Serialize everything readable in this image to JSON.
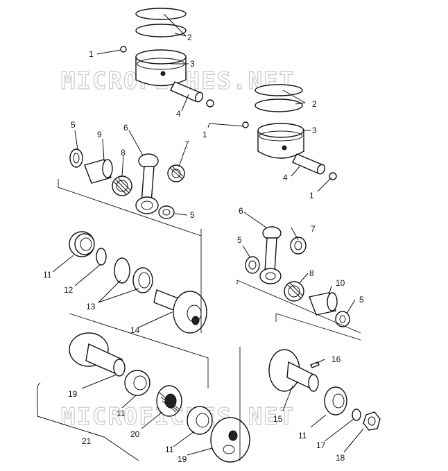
{
  "watermark": [
    "MICROFICHES.NET",
    "MICROFICHES.NET"
  ],
  "callouts": [
    "1",
    "2",
    "3",
    "4",
    "1",
    "2",
    "3",
    "4",
    "1",
    "5",
    "9",
    "6",
    "8",
    "7",
    "5",
    "6",
    "7",
    "5",
    "8",
    "10",
    "5",
    "11",
    "12",
    "13",
    "14",
    "19",
    "11",
    "20",
    "11",
    "19",
    "21",
    "16",
    "15",
    "11",
    "17",
    "18"
  ]
}
